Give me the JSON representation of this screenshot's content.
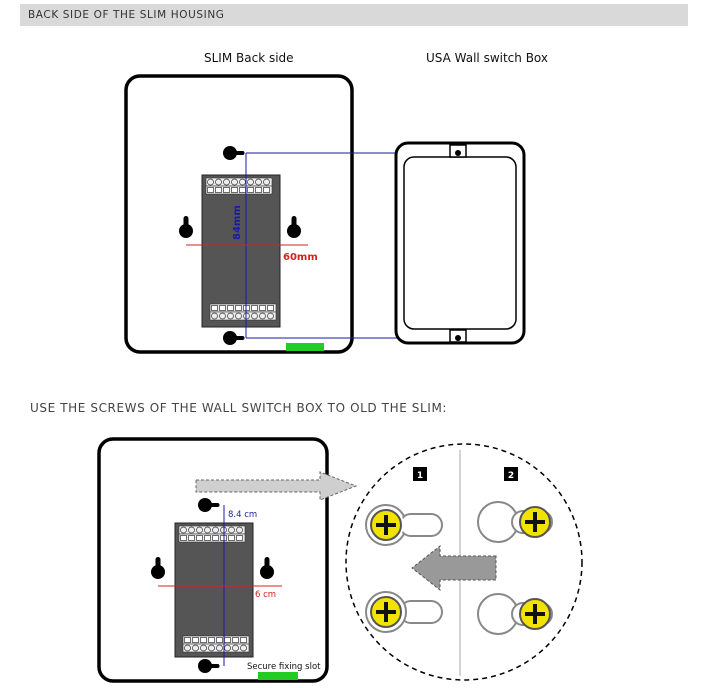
{
  "header": {
    "title": "BACK SIDE OF THE SLIM HOUSING"
  },
  "diagram1": {
    "left_title": "SLIM Back side",
    "right_title": "USA Wall switch Box",
    "vertical_dim": "84mm",
    "horizontal_dim": "60mm"
  },
  "section2": {
    "title": "USE THE SCREWS OF THE WALL SWITCH BOX TO OLD THE SLIM:"
  },
  "diagram2": {
    "vertical_dim": "8.4 cm",
    "horizontal_dim": "6 cm",
    "slot_label": "Secure fixing slot",
    "step1": "1",
    "step2": "2"
  },
  "colors": {
    "dimension_blue": "#1a1aa8",
    "dimension_red": "#d62020",
    "slot_green": "#22cc22",
    "screw_yellow": "#f2e200",
    "module_gray": "#555555"
  },
  "icons": [
    "keyhole-icon",
    "screw-icon",
    "arrow-right-icon",
    "arrow-left-icon"
  ]
}
